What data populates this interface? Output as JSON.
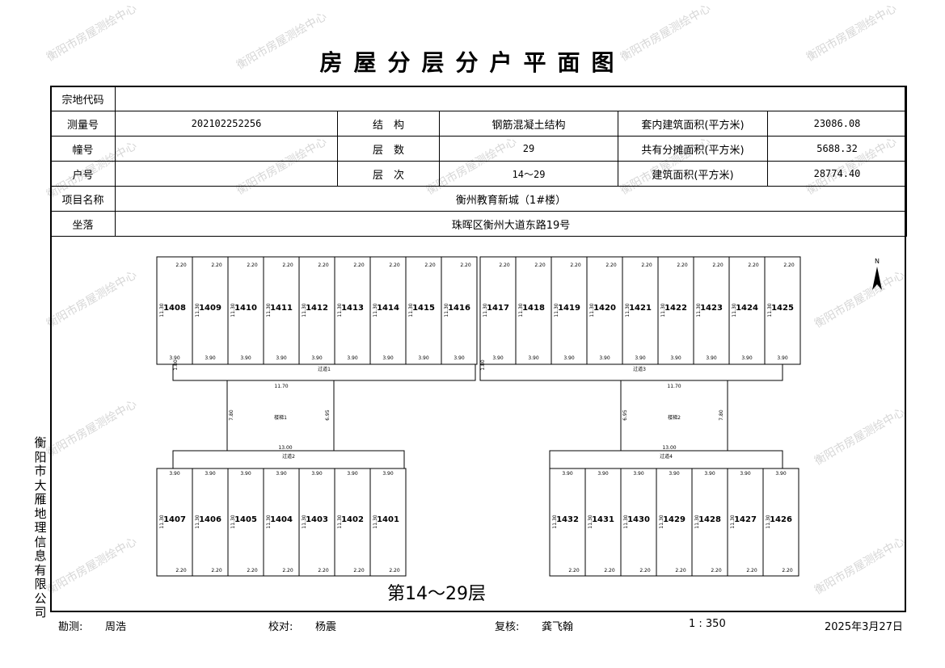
{
  "title": "房屋分层分户平面图",
  "watermark": "衡阳市房屋测绘中心",
  "company": "衡阳市大雁地理信息有限公司",
  "info": {
    "parcel_code_label": "宗地代码",
    "parcel_code": "",
    "survey_no_label": "测量号",
    "survey_no": "202102252256",
    "structure_label": "结　构",
    "structure": "钢筋混凝土结构",
    "inner_area_label": "套内建筑面积(平方米)",
    "inner_area": "23086.08",
    "building_no_label": "幢号",
    "building_no": "",
    "floors_label": "层　数",
    "floors": "29",
    "shared_area_label": "共有分摊面积(平方米)",
    "shared_area": "5688.32",
    "unit_no_label": "户号",
    "unit_no": "",
    "floor_range_label": "层　次",
    "floor_range": "14～29",
    "total_area_label": "建筑面积(平方米)",
    "total_area": "28774.40",
    "project_label": "项目名称",
    "project": "衡州教育新城（1#楼）",
    "location_label": "坐落",
    "location": "珠晖区衡州大道东路19号"
  },
  "plan": {
    "floor_label": "第14～29层",
    "north": "N",
    "top_left_units": [
      "1408",
      "1409",
      "1410",
      "1411",
      "1412",
      "1413",
      "1414",
      "1415",
      "1416"
    ],
    "top_right_units": [
      "1417",
      "1418",
      "1419",
      "1420",
      "1421",
      "1422",
      "1423",
      "1424",
      "1425"
    ],
    "bottom_left_units": [
      "1407",
      "1406",
      "1405",
      "1404",
      "1403",
      "1402",
      "1401"
    ],
    "bottom_right_units": [
      "1432",
      "1431",
      "1430",
      "1429",
      "1428",
      "1427",
      "1426"
    ],
    "corridor1": "过道1",
    "corridor2": "过道2",
    "corridor3": "过道3",
    "corridor4": "过道4",
    "stair1": "楼梯1",
    "stair2": "楼梯2",
    "dim_width": "3.90",
    "dim_depth": "11.30",
    "dim_balcony": "2.20",
    "dim_corridor": "11.70",
    "dim_corridor_low": "13.00",
    "dim_stair_a": "7.80",
    "dim_stair_b": "6.95",
    "dim_gap": "1.80"
  },
  "footer": {
    "surveyor_label": "勘测:",
    "surveyor": "周浩",
    "checker_label": "校对:",
    "checker": "杨震",
    "reviewer_label": "复核:",
    "reviewer": "龚飞翰",
    "scale": "1 : 350",
    "date": "2025年3月27日"
  }
}
